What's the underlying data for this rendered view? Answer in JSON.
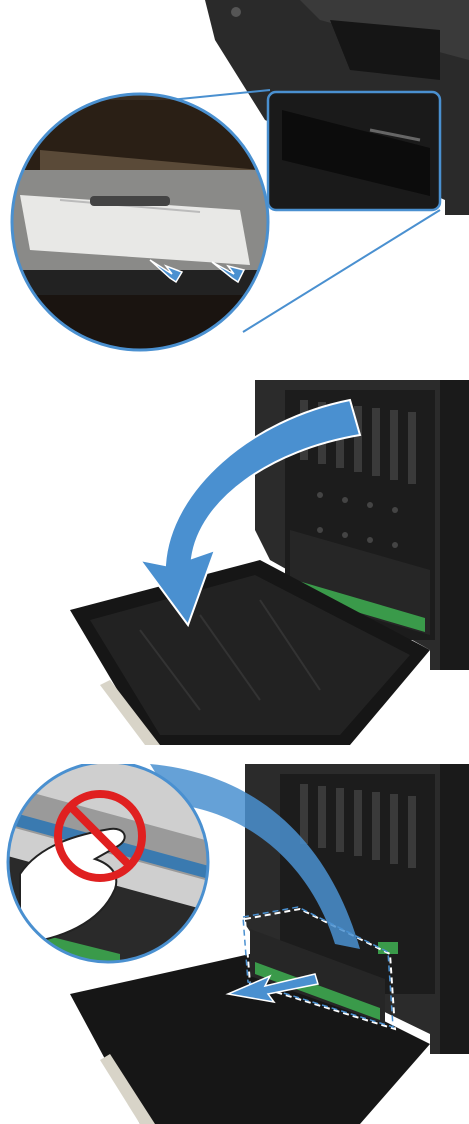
{
  "figure": {
    "steps": [
      {
        "id": "step-1",
        "illustration": "printer-jam-magnifier"
      },
      {
        "id": "step-2",
        "illustration": "left-door-open-arrow"
      },
      {
        "id": "step-3",
        "illustration": "remove-duplexer-no-touch-roller"
      }
    ],
    "colors": {
      "callout_blue": "#4a90d0",
      "arrow_blue": "#4a90d0",
      "printer_dark": "#1f1f1f",
      "warning_red": "#e02020",
      "board_green": "#3a9a4a"
    },
    "icons": [
      "no-touch-icon",
      "curved-arrow-icon",
      "pull-arrow-icon"
    ]
  }
}
